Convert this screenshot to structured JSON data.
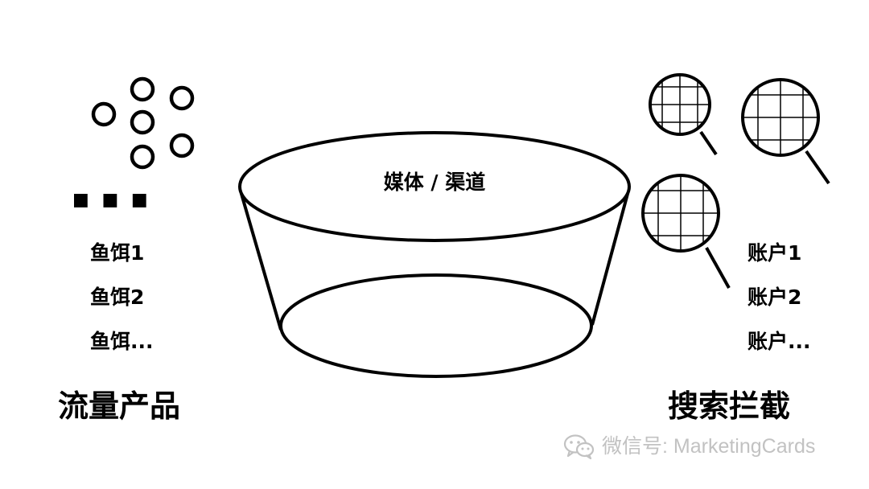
{
  "bowl": {
    "label": "媒体 / 渠道"
  },
  "left_group": {
    "dots": "■ ■ ■",
    "items": [
      "鱼饵1",
      "鱼饵2",
      "鱼饵..."
    ],
    "title": "流量产品"
  },
  "right_group": {
    "items": [
      "账户1",
      "账户2",
      "账户..."
    ],
    "title": "搜索拦截"
  },
  "watermark": {
    "text": "微信号: MarketingCards"
  },
  "colors": {
    "stroke": "#000000",
    "background": "#ffffff",
    "watermark": "#c2c2c2"
  },
  "icons": {
    "bait": "ring-icon",
    "search": "magnifier-grid-icon",
    "watermark": "wechat-icon"
  }
}
